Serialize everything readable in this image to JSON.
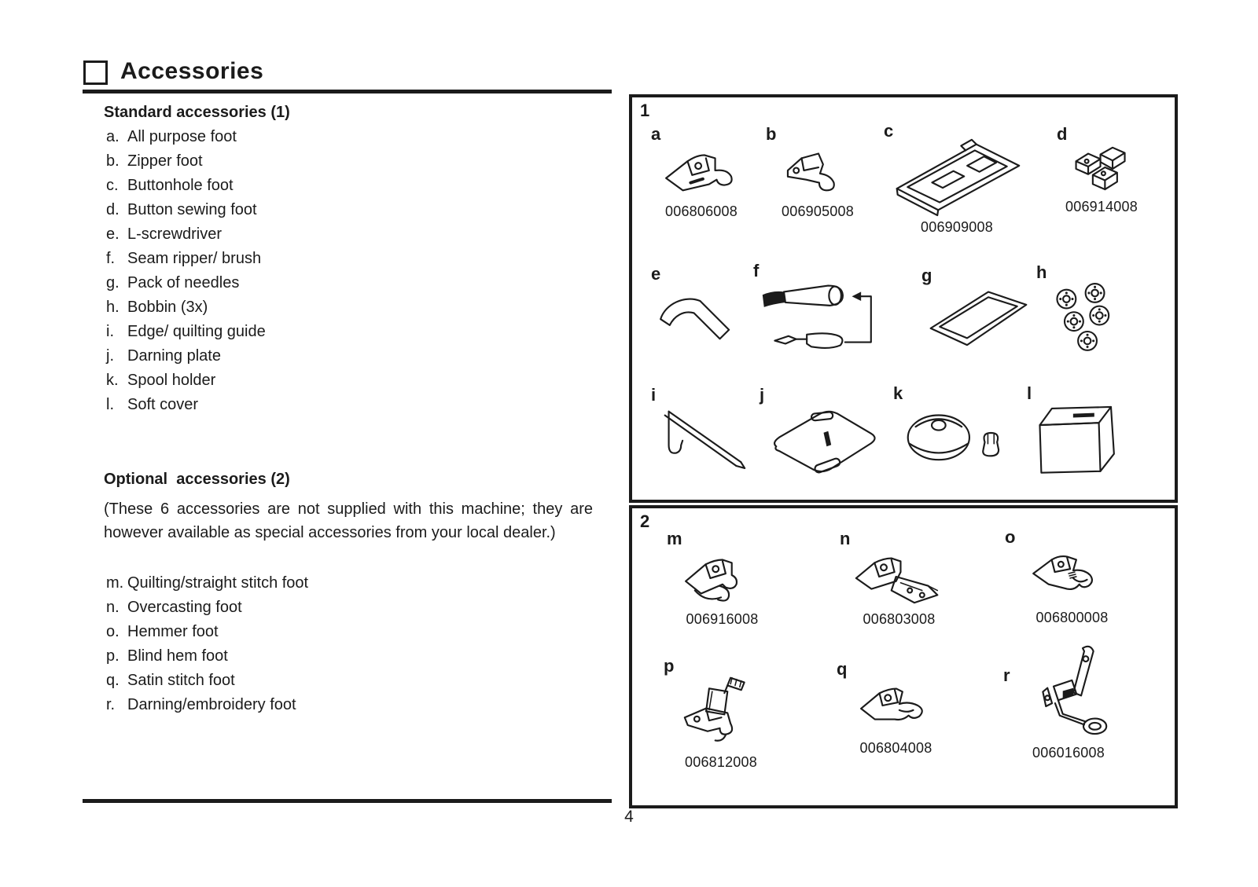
{
  "page": {
    "title": "Accessories",
    "page_number": "4"
  },
  "standard": {
    "heading": "Standard accessories (1)",
    "items": [
      {
        "letter": "a.",
        "label": "All purpose foot"
      },
      {
        "letter": "b.",
        "label": "Zipper foot"
      },
      {
        "letter": "c.",
        "label": "Buttonhole foot"
      },
      {
        "letter": "d.",
        "label": "Button sewing foot"
      },
      {
        "letter": "e.",
        "label": "L-screwdriver"
      },
      {
        "letter": "f.",
        "label": "Seam ripper/ brush"
      },
      {
        "letter": "g.",
        "label": "Pack of needles"
      },
      {
        "letter": "h.",
        "label": "Bobbin (3x)"
      },
      {
        "letter": "i.",
        "label": "Edge/ quilting guide"
      },
      {
        "letter": "j.",
        "label": "Darning plate"
      },
      {
        "letter": "k.",
        "label": "Spool holder"
      },
      {
        "letter": "l.",
        "label": "Soft cover"
      }
    ]
  },
  "optional": {
    "heading": "Optional  accessories (2)",
    "note": "(These 6 accessories are not supplied with this machine; they are however available as special accessories from your local dealer.)",
    "items": [
      {
        "letter": "m.",
        "label": "Quilting/straight stitch foot"
      },
      {
        "letter": "n.",
        "label": "Overcasting foot"
      },
      {
        "letter": "o.",
        "label": "Hemmer foot"
      },
      {
        "letter": "p.",
        "label": "Blind hem foot"
      },
      {
        "letter": "q.",
        "label": "Satin stitch foot"
      },
      {
        "letter": "r.",
        "label": "Darning/embroidery foot"
      }
    ]
  },
  "figure1": {
    "number": "1",
    "items": [
      {
        "letter": "a",
        "part_number": "006806008",
        "name": "All purpose foot"
      },
      {
        "letter": "b",
        "part_number": "006905008",
        "name": "Zipper foot"
      },
      {
        "letter": "c",
        "part_number": "006909008",
        "name": "Buttonhole foot"
      },
      {
        "letter": "d",
        "part_number": "006914008",
        "name": "Button sewing foot"
      },
      {
        "letter": "e",
        "name": "L-screwdriver"
      },
      {
        "letter": "f",
        "name": "Seam ripper/ brush"
      },
      {
        "letter": "g",
        "name": "Pack of needles"
      },
      {
        "letter": "h",
        "name": "Bobbin (3x)"
      },
      {
        "letter": "i",
        "name": "Edge/ quilting guide"
      },
      {
        "letter": "j",
        "name": "Darning plate"
      },
      {
        "letter": "k",
        "name": "Spool holder"
      },
      {
        "letter": "l",
        "name": "Soft cover"
      }
    ]
  },
  "figure2": {
    "number": "2",
    "items": [
      {
        "letter": "m",
        "part_number": "006916008",
        "name": "Quilting/straight stitch foot"
      },
      {
        "letter": "n",
        "part_number": "006803008",
        "name": "Overcasting foot"
      },
      {
        "letter": "o",
        "part_number": "006800008",
        "name": "Hemmer foot"
      },
      {
        "letter": "p",
        "part_number": "006812008",
        "name": "Blind hem foot"
      },
      {
        "letter": "q",
        "part_number": "006804008",
        "name": "Satin stitch foot"
      },
      {
        "letter": "r",
        "part_number": "006016008",
        "name": "Darning/embroidery foot"
      }
    ]
  },
  "colors": {
    "text": "#1b1b1b",
    "background": "#ffffff"
  }
}
